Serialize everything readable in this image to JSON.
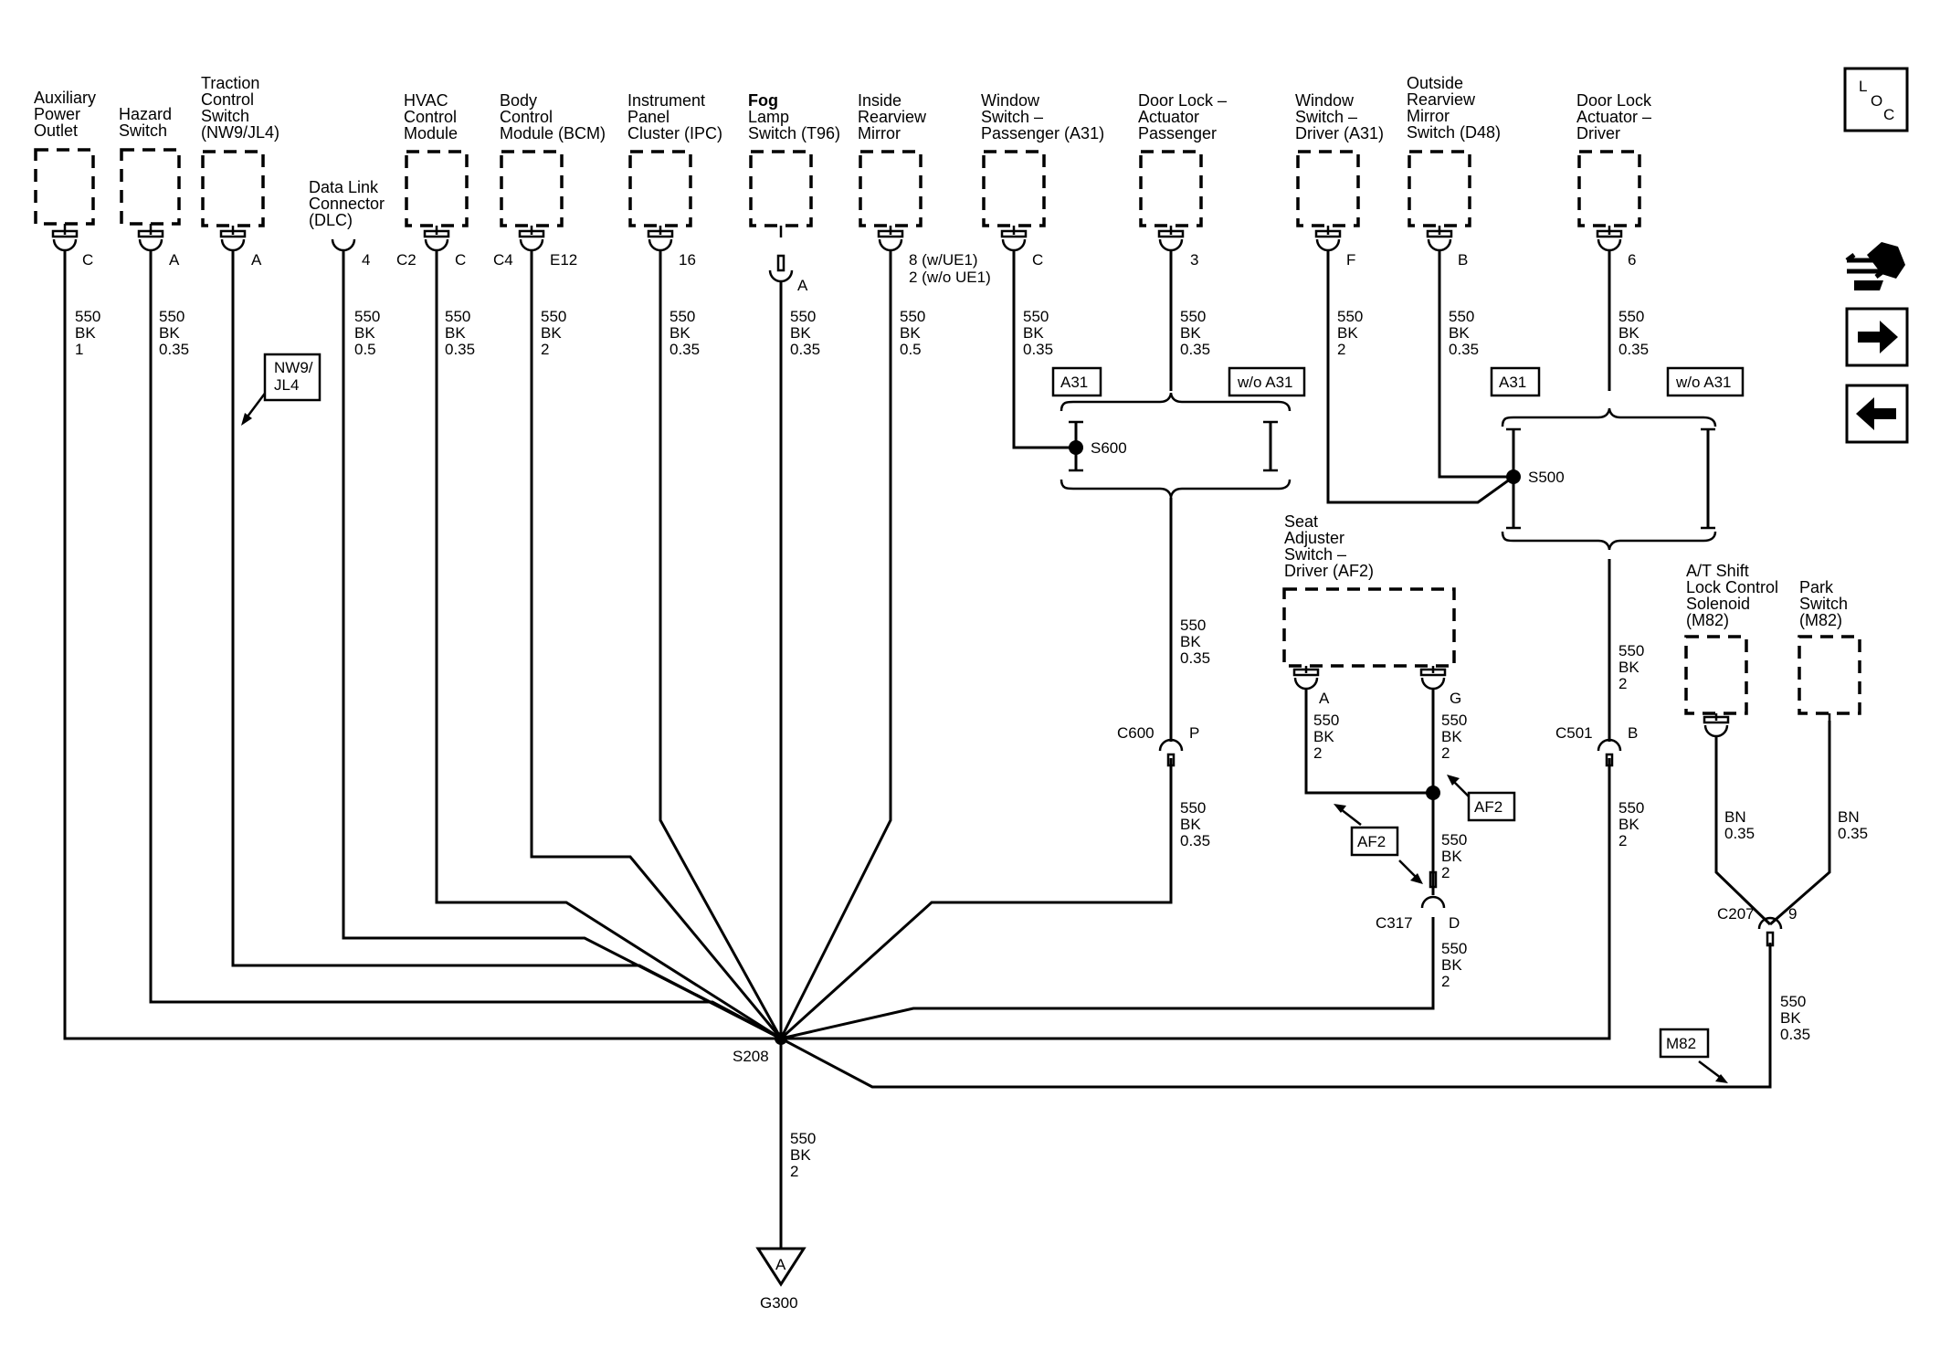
{
  "components": {
    "aux_power": {
      "l1": "Auxiliary",
      "l2": "Power",
      "l3": "Outlet",
      "pin": "C",
      "wire": {
        "num": "550",
        "color": "BK",
        "size": "1"
      }
    },
    "hazard": {
      "l1": "Hazard",
      "l2": "Switch",
      "pin": "A",
      "wire": {
        "num": "550",
        "color": "BK",
        "size": "0.35"
      }
    },
    "traction": {
      "l1": "Traction",
      "l2": "Control",
      "l3": "Switch",
      "l4": "(NW9/JL4)",
      "pin": "A"
    },
    "dlc": {
      "l1": "Data Link",
      "l2": "Connector",
      "l3": "(DLC)",
      "pin": "4",
      "wire": {
        "num": "550",
        "color": "BK",
        "size": "0.5"
      }
    },
    "hvac": {
      "l1": "HVAC",
      "l2": "Control",
      "l3": "Module",
      "conn": "C2",
      "pin": "C",
      "wire": {
        "num": "550",
        "color": "BK",
        "size": "0.35"
      }
    },
    "bcm": {
      "l1": "Body",
      "l2": "Control",
      "l3": "Module (BCM)",
      "conn": "C4",
      "pin": "E12",
      "wire": {
        "num": "550",
        "color": "BK",
        "size": "2"
      }
    },
    "ipc": {
      "l1": "Instrument",
      "l2": "Panel",
      "l3": "Cluster (IPC)",
      "pin": "16",
      "wire": {
        "num": "550",
        "color": "BK",
        "size": "0.35"
      }
    },
    "fog": {
      "l1": "Fog",
      "l2": "Lamp",
      "l3": "Switch (T96)",
      "pin": "A",
      "wire": {
        "num": "550",
        "color": "BK",
        "size": "0.35"
      }
    },
    "mirror": {
      "l1": "Inside",
      "l2": "Rearview",
      "l3": "Mirror",
      "pin1": "8 (w/UE1)",
      "pin2": "2 (w/o UE1)",
      "wire": {
        "num": "550",
        "color": "BK",
        "size": "0.5"
      }
    },
    "win_pass": {
      "l1": "Window",
      "l2": "Switch –",
      "l3": "Passenger (A31)",
      "pin": "C",
      "wire": {
        "num": "550",
        "color": "BK",
        "size": "0.35"
      }
    },
    "door_pass": {
      "l1": "Door Lock –",
      "l2": "Actuator",
      "l3": "Passenger",
      "pin": "3",
      "wire": {
        "num": "550",
        "color": "BK",
        "size": "0.35"
      }
    },
    "win_drv": {
      "l1": "Window",
      "l2": "Switch –",
      "l3": "Driver (A31)",
      "pin": "F",
      "wire": {
        "num": "550",
        "color": "BK",
        "size": "2"
      }
    },
    "outside_mirror": {
      "l1": "Outside",
      "l2": "Rearview",
      "l3": "Mirror",
      "l4": "Switch (D48)",
      "pin": "B",
      "wire": {
        "num": "550",
        "color": "BK",
        "size": "0.35"
      }
    },
    "door_drv": {
      "l1": "Door Lock",
      "l2": "Actuator –",
      "l3": "Driver",
      "pin": "6",
      "wire": {
        "num": "550",
        "color": "BK",
        "size": "0.35"
      }
    },
    "seat": {
      "l1": "Seat",
      "l2": "Adjuster",
      "l3": "Switch –",
      "l4": "Driver (AF2)",
      "pinA": "A",
      "pinG": "G",
      "wireA": {
        "num": "550",
        "color": "BK",
        "size": "2"
      },
      "wireG": {
        "num": "550",
        "color": "BK",
        "size": "2"
      }
    },
    "shift_lock": {
      "l1": "A/T Shift",
      "l2": "Lock Control",
      "l3": "Solenoid",
      "l4": "(M82)",
      "wire": {
        "color": "BN",
        "size": "0.35"
      }
    },
    "park": {
      "l1": "Park",
      "l2": "Switch",
      "l3": "(M82)",
      "wire": {
        "color": "BN",
        "size": "0.35"
      }
    }
  },
  "tags": {
    "nw9_l1": "NW9/",
    "nw9_l2": "JL4",
    "a31": "A31",
    "wo_a31": "w/o A31",
    "af2": "AF2",
    "m82": "M82"
  },
  "splices": {
    "s600": "S600",
    "s500": "S500",
    "s208": "S208"
  },
  "connectors": {
    "c600": {
      "name": "C600",
      "pin": "P"
    },
    "c501": {
      "name": "C501",
      "pin": "B"
    },
    "c317": {
      "name": "C317",
      "pin": "D"
    },
    "c207": {
      "name": "C207",
      "pin": "9"
    }
  },
  "wires": {
    "w_s600_c600": {
      "num": "550",
      "color": "BK",
      "size": "0.35"
    },
    "w_c600_s208": {
      "num": "550",
      "color": "BK",
      "size": "0.35"
    },
    "w_s500_c501": {
      "num": "550",
      "color": "BK",
      "size": "2"
    },
    "w_c501_s208": {
      "num": "550",
      "color": "BK",
      "size": "2"
    },
    "w_af2_c317": {
      "num": "550",
      "color": "BK",
      "size": "2"
    },
    "w_c317_s208": {
      "num": "550",
      "color": "BK",
      "size": "2"
    },
    "w_c207_s208": {
      "num": "550",
      "color": "BK",
      "size": "0.35"
    },
    "w_s208_g300": {
      "num": "550",
      "color": "BK",
      "size": "2"
    }
  },
  "ground": {
    "symbol": "A",
    "name": "G300"
  },
  "nav": {
    "loc_l": "L",
    "loc_o": "O",
    "loc_c": "C"
  }
}
